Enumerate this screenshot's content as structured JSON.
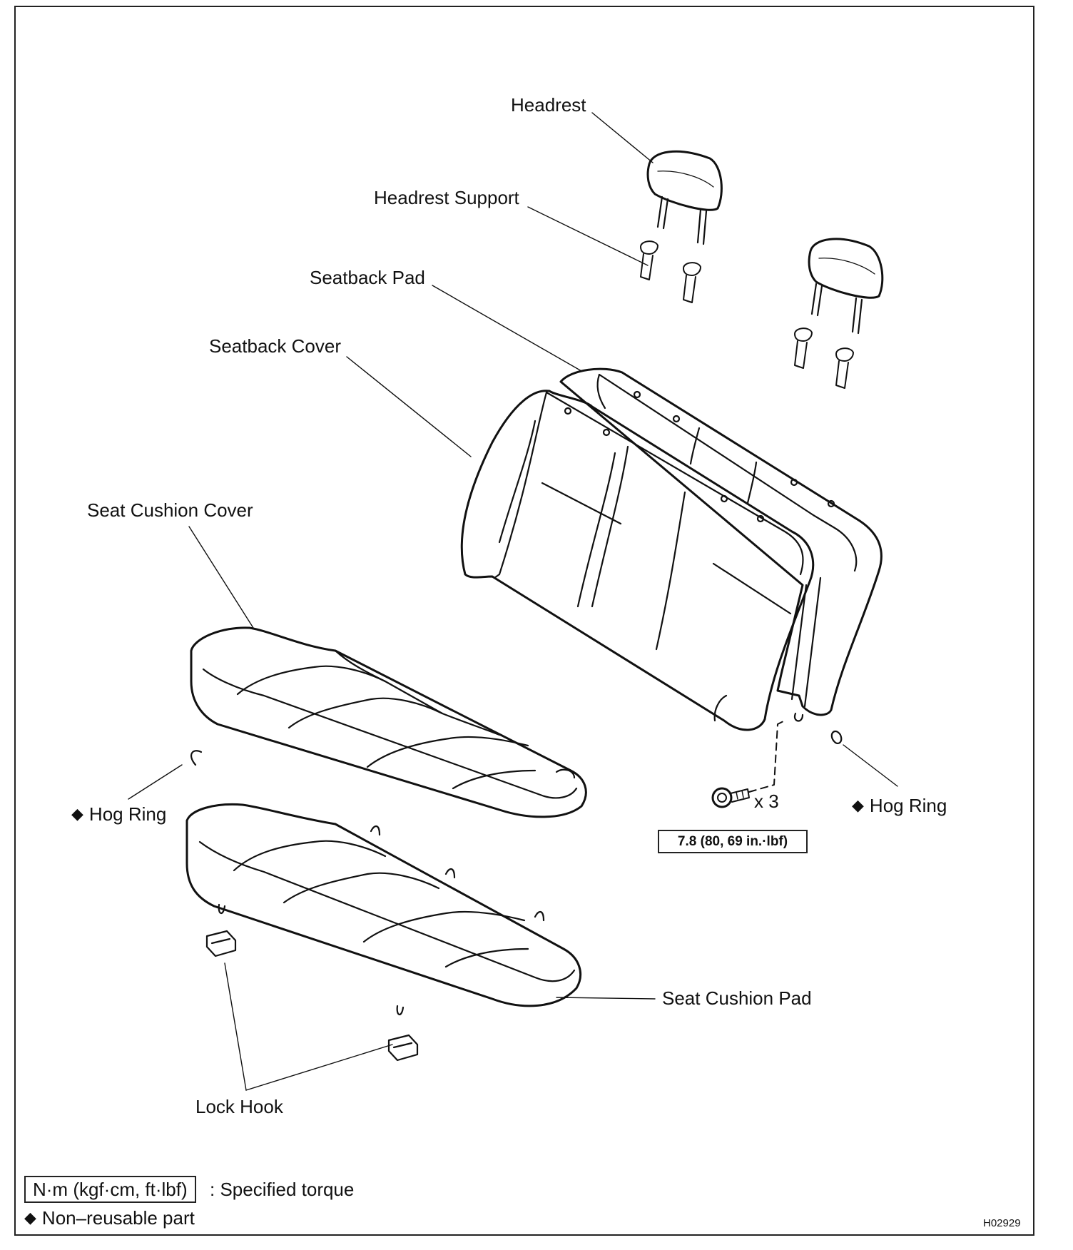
{
  "labels": {
    "headrest": "Headrest",
    "headrest_support": "Headrest Support",
    "seatback_pad": "Seatback Pad",
    "seatback_cover": "Seatback Cover",
    "seat_cushion_cover": "Seat Cushion Cover",
    "hog_ring_left": "Hog Ring",
    "hog_ring_right": "Hog Ring",
    "seat_cushion_pad": "Seat Cushion Pad",
    "lock_hook": "Lock Hook"
  },
  "bolt": {
    "quantity": "x 3",
    "torque": "7.8 (80, 69 in.·lbf)"
  },
  "legend": {
    "torque_unit": "N·m (kgf·cm, ft·lbf)",
    "torque_desc": ": Specified torque",
    "non_reusable_symbol": "◆",
    "non_reusable_desc": "Non–reusable part"
  },
  "figure_id": "H02929"
}
